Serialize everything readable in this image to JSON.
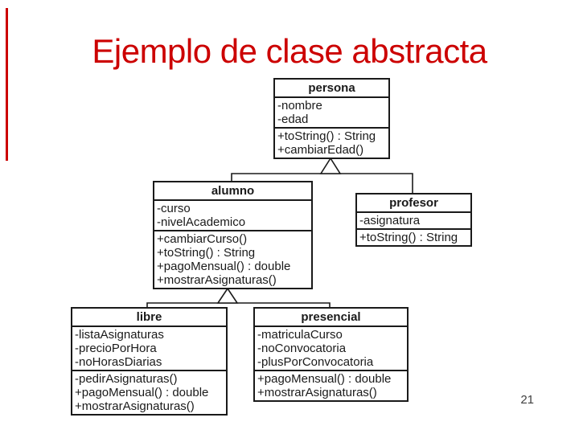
{
  "slide": {
    "title": "Ejemplo de clase abstracta",
    "page_number": "21"
  },
  "colors": {
    "title": "#cc0000",
    "accent_bar": "#cc0000",
    "diagram_line": "#1a1a1a",
    "page_number": "#404040"
  },
  "diagram": {
    "type": "uml-class-diagram",
    "classes": {
      "persona": {
        "name": "persona",
        "attributes": [
          "-nombre",
          "-edad"
        ],
        "methods": [
          "+toString() : String",
          "+cambiarEdad()"
        ]
      },
      "alumno": {
        "name": "alumno",
        "attributes": [
          "-curso",
          "-nivelAcademico"
        ],
        "methods": [
          "+cambiarCurso()",
          "+toString() : String",
          "+pagoMensual() : double",
          "+mostrarAsignaturas()"
        ]
      },
      "profesor": {
        "name": "profesor",
        "attributes": [
          "-asignatura"
        ],
        "methods": [
          "+toString() : String"
        ]
      },
      "libre": {
        "name": "libre",
        "attributes": [
          "-listaAsignaturas",
          "-precioPorHora",
          "-noHorasDiarias"
        ],
        "methods": [
          "-pedirAsignaturas()",
          "+pagoMensual() : double",
          "+mostrarAsignaturas()"
        ]
      },
      "presencial": {
        "name": "presencial",
        "attributes": [
          "-matriculaCurso",
          "-noConvocatoria",
          "-plusPorConvocatoria"
        ],
        "methods": [
          "+pagoMensual() : double",
          "+mostrarAsignaturas()"
        ]
      }
    },
    "relations": [
      {
        "type": "generalization",
        "parent": "persona",
        "children": [
          "alumno",
          "profesor"
        ]
      },
      {
        "type": "generalization",
        "parent": "alumno",
        "children": [
          "libre",
          "presencial"
        ]
      }
    ]
  }
}
